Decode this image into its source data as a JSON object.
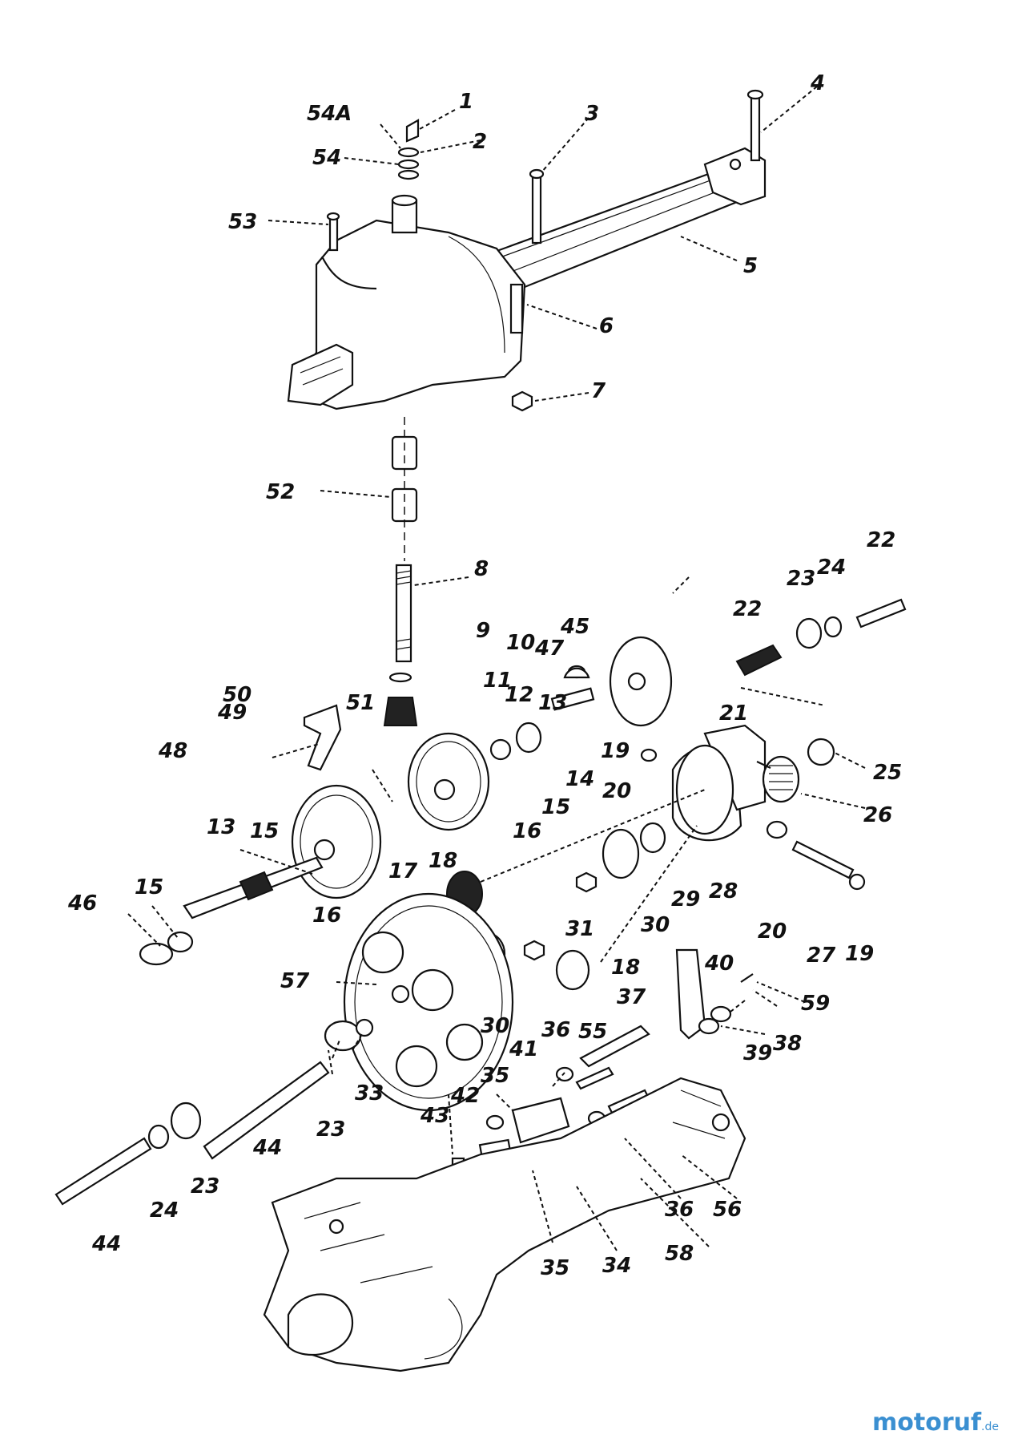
{
  "watermark": {
    "brand": "motoruf",
    "suffix": ".de"
  },
  "parts": [
    {
      "id": "1",
      "label": "1"
    },
    {
      "id": "2",
      "label": "2"
    },
    {
      "id": "3",
      "label": "3"
    },
    {
      "id": "4",
      "label": "4"
    },
    {
      "id": "5",
      "label": "5"
    },
    {
      "id": "6",
      "label": "6"
    },
    {
      "id": "7",
      "label": "7"
    },
    {
      "id": "8",
      "label": "8"
    },
    {
      "id": "9",
      "label": "9"
    },
    {
      "id": "10",
      "label": "10"
    },
    {
      "id": "11",
      "label": "11"
    },
    {
      "id": "12",
      "label": "12"
    },
    {
      "id": "13a",
      "label": "13"
    },
    {
      "id": "13b",
      "label": "13"
    },
    {
      "id": "14",
      "label": "14"
    },
    {
      "id": "15a",
      "label": "15"
    },
    {
      "id": "15b",
      "label": "15"
    },
    {
      "id": "15c",
      "label": "15"
    },
    {
      "id": "16a",
      "label": "16"
    },
    {
      "id": "16b",
      "label": "16"
    },
    {
      "id": "17",
      "label": "17"
    },
    {
      "id": "18a",
      "label": "18"
    },
    {
      "id": "18b",
      "label": "18"
    },
    {
      "id": "19a",
      "label": "19"
    },
    {
      "id": "19b",
      "label": "19"
    },
    {
      "id": "20a",
      "label": "20"
    },
    {
      "id": "20b",
      "label": "20"
    },
    {
      "id": "21",
      "label": "21"
    },
    {
      "id": "22a",
      "label": "22"
    },
    {
      "id": "22b",
      "label": "22"
    },
    {
      "id": "23a",
      "label": "23"
    },
    {
      "id": "23b",
      "label": "23"
    },
    {
      "id": "23c",
      "label": "23"
    },
    {
      "id": "24a",
      "label": "24"
    },
    {
      "id": "24b",
      "label": "24"
    },
    {
      "id": "25",
      "label": "25"
    },
    {
      "id": "26",
      "label": "26"
    },
    {
      "id": "27",
      "label": "27"
    },
    {
      "id": "28",
      "label": "28"
    },
    {
      "id": "29",
      "label": "29"
    },
    {
      "id": "30a",
      "label": "30"
    },
    {
      "id": "30b",
      "label": "30"
    },
    {
      "id": "31",
      "label": "31"
    },
    {
      "id": "33",
      "label": "33"
    },
    {
      "id": "34",
      "label": "34"
    },
    {
      "id": "35a",
      "label": "35"
    },
    {
      "id": "35b",
      "label": "35"
    },
    {
      "id": "36a",
      "label": "36"
    },
    {
      "id": "36b",
      "label": "36"
    },
    {
      "id": "37",
      "label": "37"
    },
    {
      "id": "38",
      "label": "38"
    },
    {
      "id": "39",
      "label": "39"
    },
    {
      "id": "40",
      "label": "40"
    },
    {
      "id": "41",
      "label": "41"
    },
    {
      "id": "42",
      "label": "42"
    },
    {
      "id": "43",
      "label": "43"
    },
    {
      "id": "44a",
      "label": "44"
    },
    {
      "id": "44b",
      "label": "44"
    },
    {
      "id": "45",
      "label": "45"
    },
    {
      "id": "46",
      "label": "46"
    },
    {
      "id": "47",
      "label": "47"
    },
    {
      "id": "48",
      "label": "48"
    },
    {
      "id": "49",
      "label": "49"
    },
    {
      "id": "50",
      "label": "50"
    },
    {
      "id": "51",
      "label": "51"
    },
    {
      "id": "52",
      "label": "52"
    },
    {
      "id": "53",
      "label": "53"
    },
    {
      "id": "54",
      "label": "54"
    },
    {
      "id": "54A",
      "label": "54A"
    },
    {
      "id": "55",
      "label": "55"
    },
    {
      "id": "56",
      "label": "56"
    },
    {
      "id": "57",
      "label": "57"
    },
    {
      "id": "58",
      "label": "58"
    },
    {
      "id": "59",
      "label": "59"
    }
  ]
}
